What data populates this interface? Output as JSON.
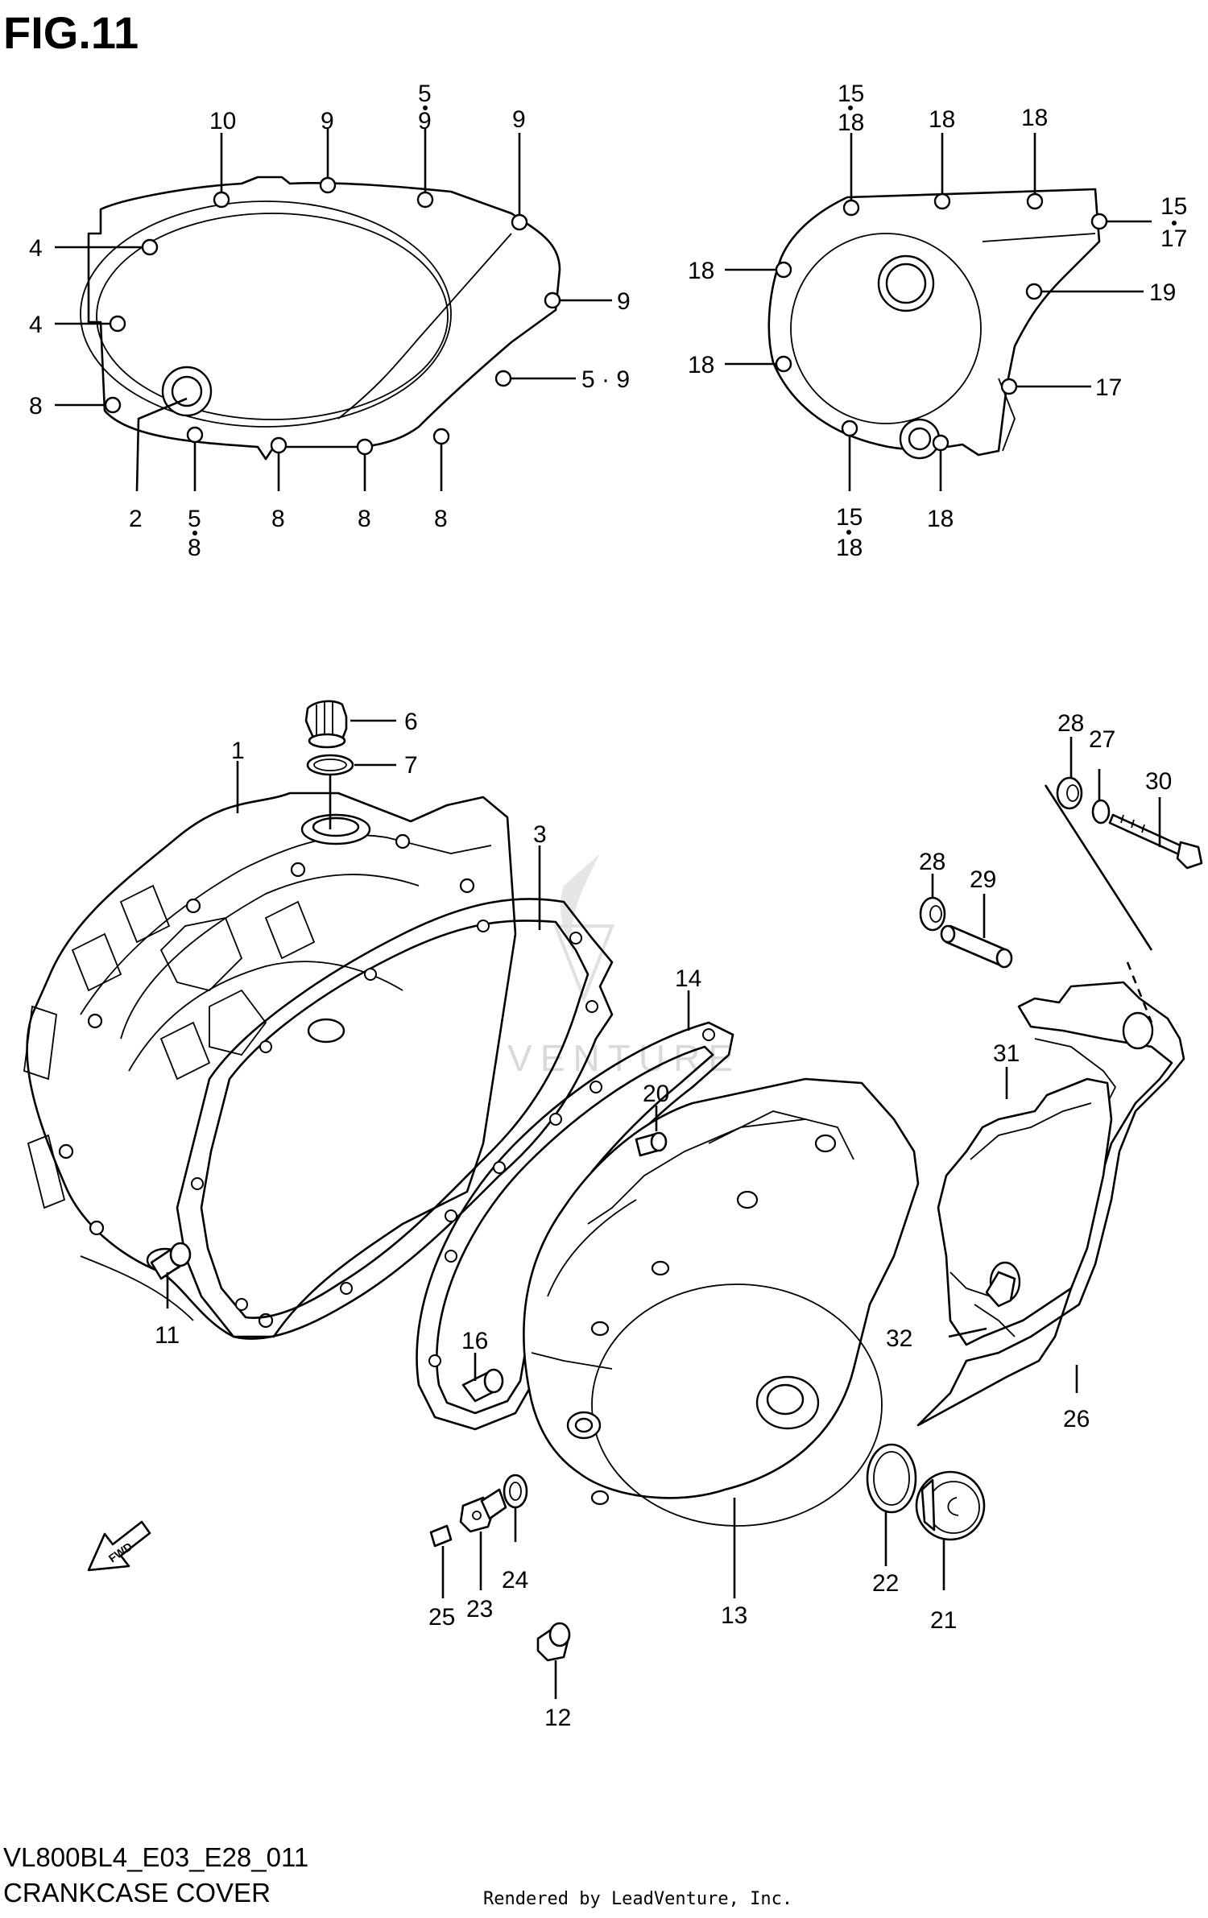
{
  "figure": {
    "title": "FIG.11",
    "model_code": "VL800BL4_E03_E28_011",
    "caption": "CRANKCASE COVER",
    "rendered_by": "Rendered by LeadVenture, Inc.",
    "watermark": "LEADVENTURE",
    "fwd_badge": "FWD"
  },
  "callouts": {
    "top_left": [
      "10",
      "9",
      "5",
      "9",
      "9",
      "4",
      "4",
      "9",
      "5 · 9",
      "8",
      "2",
      "5",
      "8",
      "8",
      "8",
      "8"
    ],
    "top_right": [
      "15",
      "18",
      "18",
      "18",
      "15",
      "17",
      "18",
      "19",
      "18",
      "17",
      "15",
      "18",
      "18"
    ],
    "bottom": [
      "1",
      "6",
      "7",
      "3",
      "14",
      "20",
      "11",
      "16",
      "28",
      "27",
      "30",
      "28",
      "29",
      "31",
      "32",
      "26",
      "13",
      "22",
      "21",
      "23",
      "24",
      "25",
      "12"
    ]
  },
  "colors": {
    "line": "#000000",
    "background": "#ffffff",
    "watermark": "#d9d9d9"
  }
}
